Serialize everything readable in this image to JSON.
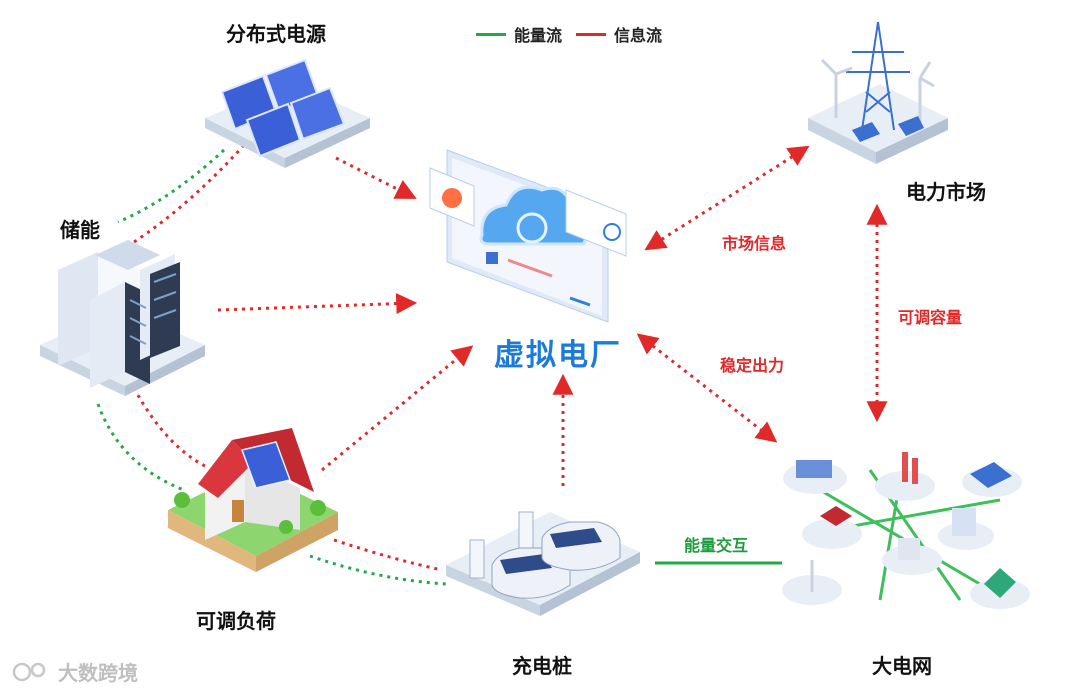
{
  "legend": {
    "energy_flow": "能量流",
    "info_flow": "信息流",
    "energy_color": "#22a845",
    "info_color": "#e02a2a"
  },
  "nodes": {
    "distributed_power": "分布式电源",
    "storage": "储能",
    "adjustable_load": "可调负荷",
    "charging_pile": "充电桩",
    "vpp": "虚拟电厂",
    "power_market": "电力市场",
    "grid": "大电网"
  },
  "edge_labels": {
    "market_info": "市场信息",
    "stable_output": "稳定出力",
    "adjustable_capacity": "可调容量",
    "energy_interaction": "能量交互"
  },
  "watermark": {
    "text": "大数跨境"
  }
}
